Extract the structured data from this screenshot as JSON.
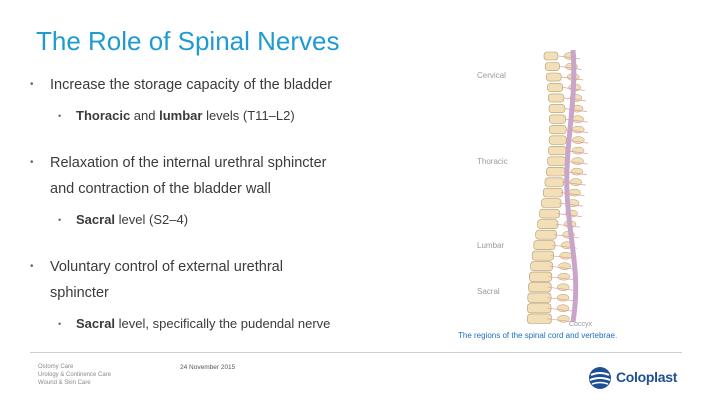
{
  "slide": {
    "title": "The Role of Spinal Nerves",
    "bullets": [
      {
        "text": "Increase the storage capacity of the bladder",
        "sub": {
          "bold1": "Thoracic",
          "mid": " and ",
          "bold2": "lumbar",
          "rest": " levels (T11–L2)"
        }
      },
      {
        "text_line1": "Relaxation of the internal urethral sphincter",
        "text_line2": "and contraction of the bladder wall",
        "sub": {
          "bold1": "Sacral",
          "rest": " level (S2–4)"
        }
      },
      {
        "text_line1": "Voluntary control of external urethral",
        "text_line2": "sphincter",
        "sub": {
          "bold1": "Sacral",
          "rest": " level, specifically the pudendal nerve"
        }
      }
    ],
    "bullet_marker": "•"
  },
  "figure": {
    "labels": {
      "cervical": "Cervical",
      "thoracic": "Thoracic",
      "lumbar": "Lumbar",
      "sacral": "Sacral",
      "coccyx": "Coccyx"
    },
    "caption": "The regions of the spinal cord and vertebrae.",
    "colors": {
      "bone": "#f2dfb8",
      "bone_edge": "#b49a6a",
      "cord": "#c9a6c9",
      "nerve": "#d9a0a0",
      "label": "#9a9a9a"
    }
  },
  "footer": {
    "left_lines": [
      "Ostomy Care",
      "Urology & Continence Care",
      "Wound & Skin Care"
    ],
    "date": "24 November 2015",
    "brand": "Coloplast"
  },
  "colors": {
    "title": "#1f9bd1",
    "text": "#3b3b3b",
    "brand": "#1d4f91"
  }
}
